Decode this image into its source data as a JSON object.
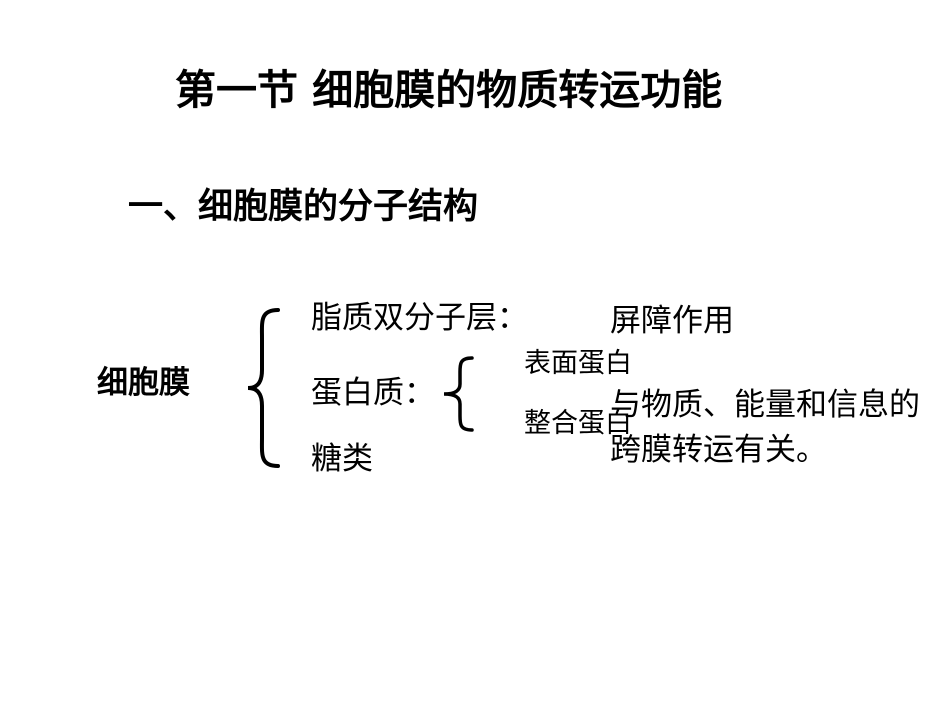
{
  "slide": {
    "title": "第一节  细胞膜的物质转运功能",
    "subtitle": "一、细胞膜的分子结构",
    "root_label": "细胞膜",
    "components": [
      {
        "label": "脂质双分子层："
      },
      {
        "label": "蛋白质："
      },
      {
        "label": "糖类"
      }
    ],
    "protein_types": [
      {
        "label": "表面蛋白"
      },
      {
        "label": "整合蛋白"
      }
    ],
    "lipid_function": "屏障作用",
    "protein_function": "与物质、能量和信息的跨膜转运有关。"
  }
}
